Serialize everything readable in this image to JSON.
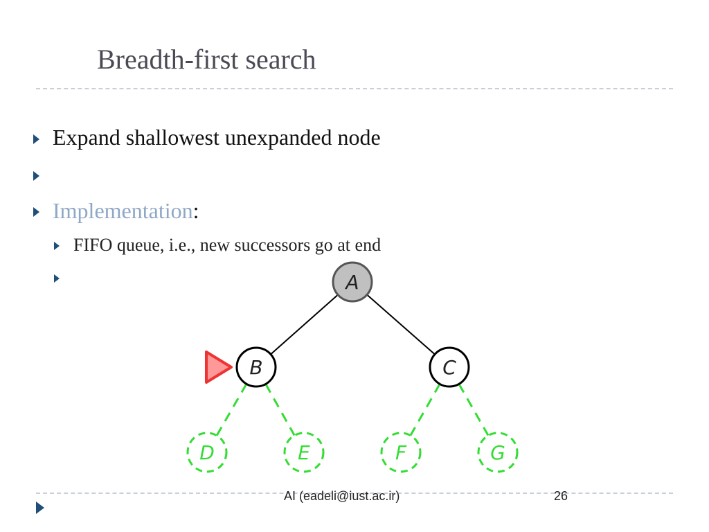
{
  "slide": {
    "title": "Breadth-first search",
    "bullets": [
      {
        "text": "Expand shallowest unexpanded node",
        "level": 1
      },
      {
        "text": "",
        "level": 1
      },
      {
        "text": "Implementation",
        "suffix": ":",
        "level": 1,
        "color": "#8fa7c7"
      },
      {
        "text": "FIFO queue, i.e., new successors go at end",
        "level": 2
      },
      {
        "text": "",
        "level": 2
      }
    ],
    "footer": "AI (eadeli@iust.ac.ir)",
    "page_number": "26"
  },
  "tree": {
    "nodes": [
      {
        "id": "A",
        "state": "expanded",
        "fill": "#c0c0c0",
        "stroke": "#555555"
      },
      {
        "id": "B",
        "state": "frontier",
        "fill": "#ffffff",
        "stroke": "#000000",
        "current": true
      },
      {
        "id": "C",
        "state": "frontier",
        "fill": "#ffffff",
        "stroke": "#000000"
      },
      {
        "id": "D",
        "state": "unexplored",
        "stroke": "#33dd33"
      },
      {
        "id": "E",
        "state": "unexplored",
        "stroke": "#33dd33"
      },
      {
        "id": "F",
        "state": "unexplored",
        "stroke": "#33dd33"
      },
      {
        "id": "G",
        "state": "unexplored",
        "stroke": "#33dd33"
      }
    ],
    "edges": [
      {
        "from": "A",
        "to": "B",
        "style": "solid"
      },
      {
        "from": "A",
        "to": "C",
        "style": "solid"
      },
      {
        "from": "B",
        "to": "D",
        "style": "dashed"
      },
      {
        "from": "B",
        "to": "E",
        "style": "dashed"
      },
      {
        "from": "C",
        "to": "F",
        "style": "dashed"
      },
      {
        "from": "C",
        "to": "G",
        "style": "dashed"
      }
    ],
    "pointer_color": "#ee3333"
  }
}
